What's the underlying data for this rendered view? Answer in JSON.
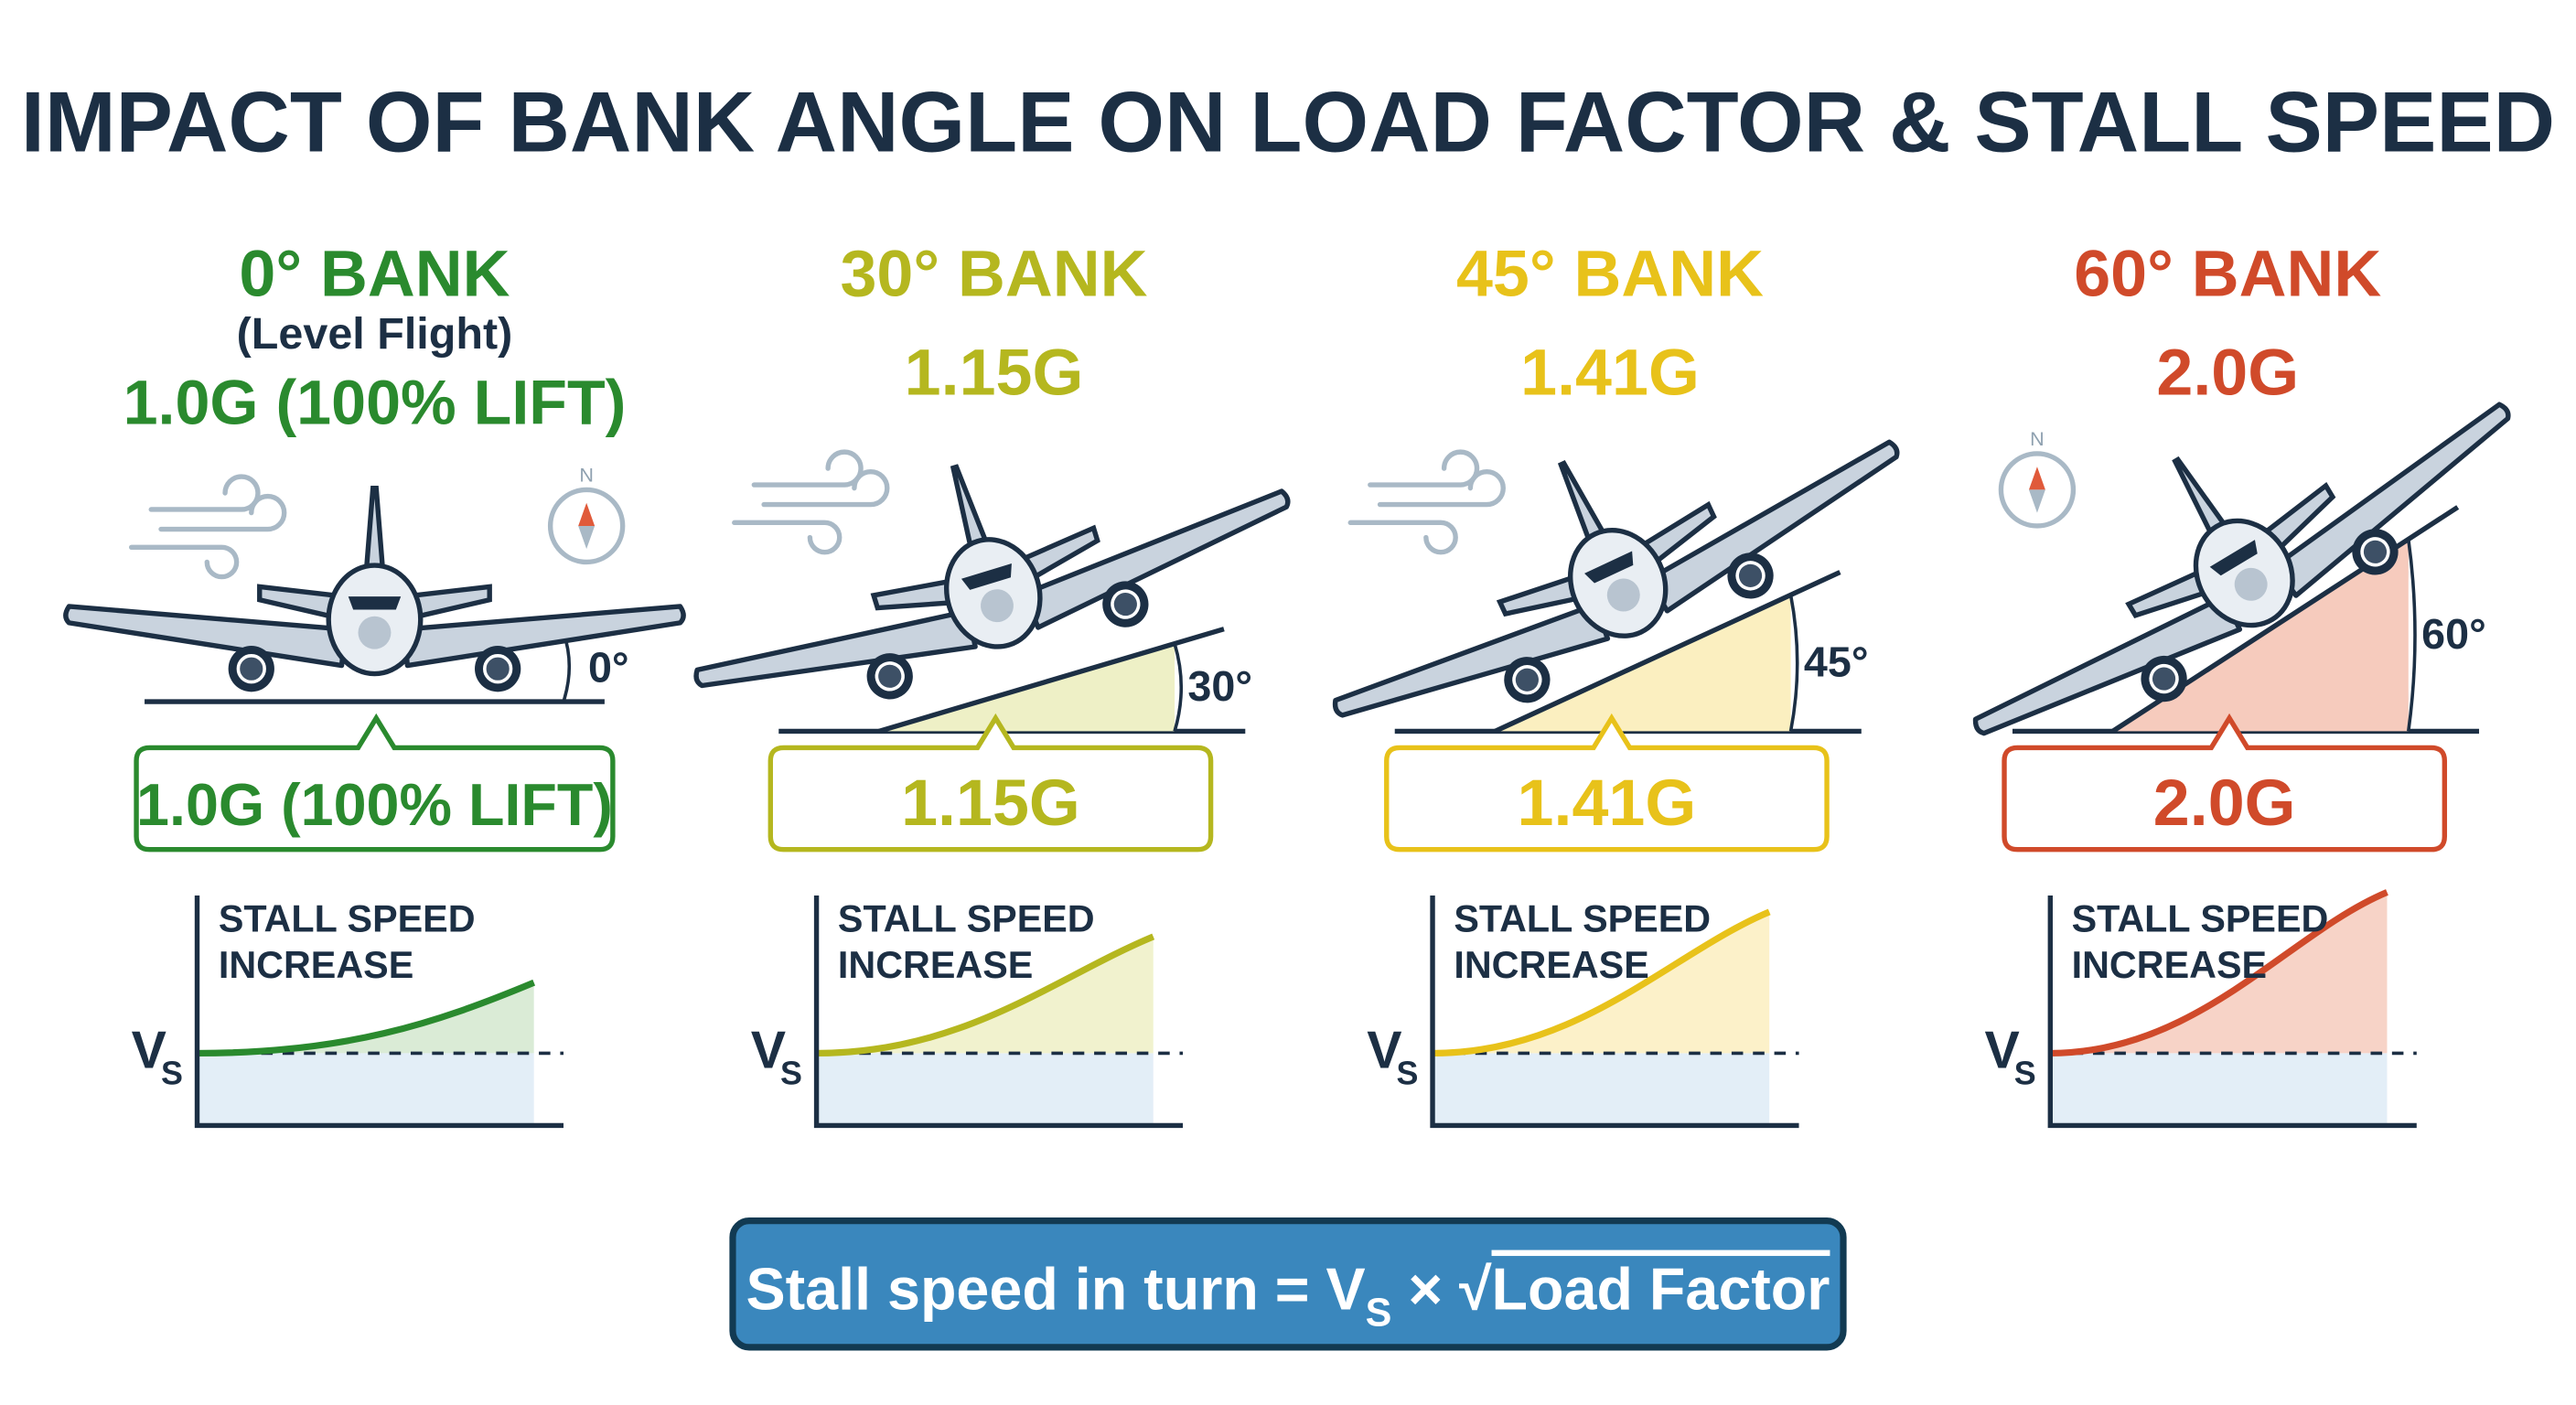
{
  "title": "IMPACT OF BANK ANGLE ON LOAD FACTOR & STALL SPEED",
  "panels": [
    {
      "heading": "0° BANK",
      "subheading": "(Level Flight)",
      "load": "1.0G (100% LIFT)",
      "callout": "1.0G (100% LIFT)",
      "angle_label": "0°",
      "bank_deg": 0,
      "load_factor": 1.0,
      "color": "#2a8a2e",
      "fill": "#d3e8cf",
      "wind_icon": true,
      "compass_icon": true
    },
    {
      "heading": "30° BANK",
      "load": "1.15G",
      "callout": "1.15G",
      "angle_label": "30°",
      "bank_deg": 30,
      "load_factor": 1.15,
      "color": "#b5b71f",
      "fill": "#eef0c6",
      "wind_icon": true,
      "compass_icon": false
    },
    {
      "heading": "45° BANK",
      "load": "1.41G",
      "callout": "1.41G",
      "angle_label": "45°",
      "bank_deg": 45,
      "load_factor": 1.41,
      "color": "#e8c21a",
      "fill": "#fbefc0",
      "wind_icon": true,
      "compass_icon": false
    },
    {
      "heading": "60° BANK",
      "load": "2.0G",
      "callout": "2.0G",
      "angle_label": "60°",
      "bank_deg": 60,
      "load_factor": 2.0,
      "color": "#d04a2a",
      "fill": "#f6cbbd",
      "wind_icon": false,
      "compass_icon": true
    }
  ],
  "chart": {
    "label_line1": "STALL SPEED",
    "label_line2": "INCREASE",
    "vs_label": "V",
    "vs_sub": "S"
  },
  "compass": {
    "north": "N"
  },
  "formula": {
    "prefix": "Stall speed in turn = V",
    "sub": "S",
    "times": " × ",
    "radicand": "Load Factor",
    "bg": "#3a87bd",
    "border": "#123a52"
  },
  "colors": {
    "title": "#1c2f44",
    "ink": "#1c2f44",
    "vs_band": "#e3eef7"
  }
}
